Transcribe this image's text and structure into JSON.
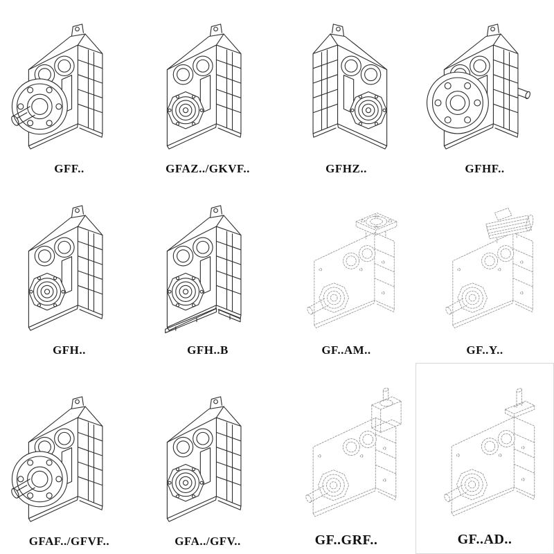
{
  "page": {
    "background": "#ffffff",
    "line_color_solid": "#2d2d2d",
    "line_color_phantom": "#97979b"
  },
  "catalog": {
    "cells": [
      {
        "model": "GFF..",
        "drawing": "parallel-shaft-gearbox-output-flange"
      },
      {
        "model": "GFAZ../GKVF..",
        "drawing": "parallel-shaft-gearbox-hollow-shaft"
      },
      {
        "model": "GFHZ..",
        "drawing": "parallel-shaft-gearbox-hollow-shaft-mirrored"
      },
      {
        "model": "GFHF..",
        "drawing": "parallel-shaft-gearbox-face-flange"
      },
      {
        "model": "GFH..",
        "drawing": "parallel-shaft-gearbox-hollow-shaft"
      },
      {
        "model": "GFH..B",
        "drawing": "parallel-shaft-gearbox-foot-mounted"
      },
      {
        "model": "GF..AM..",
        "drawing": "phantom-gearbox-motor-adapter-flange"
      },
      {
        "model": "GF..Y..",
        "drawing": "phantom-gearbox-with-motor"
      },
      {
        "model": "GFAF../GFVF..",
        "drawing": "parallel-shaft-gearbox-output-flange"
      },
      {
        "model": "GFA../GFV..",
        "drawing": "parallel-shaft-gearbox-hollow-shaft"
      },
      {
        "model": "GF..GRF..",
        "drawing": "phantom-gearbox-input-adapter"
      },
      {
        "model": "GF..AD..",
        "drawing": "phantom-gearbox-top-input-shaft"
      }
    ]
  }
}
